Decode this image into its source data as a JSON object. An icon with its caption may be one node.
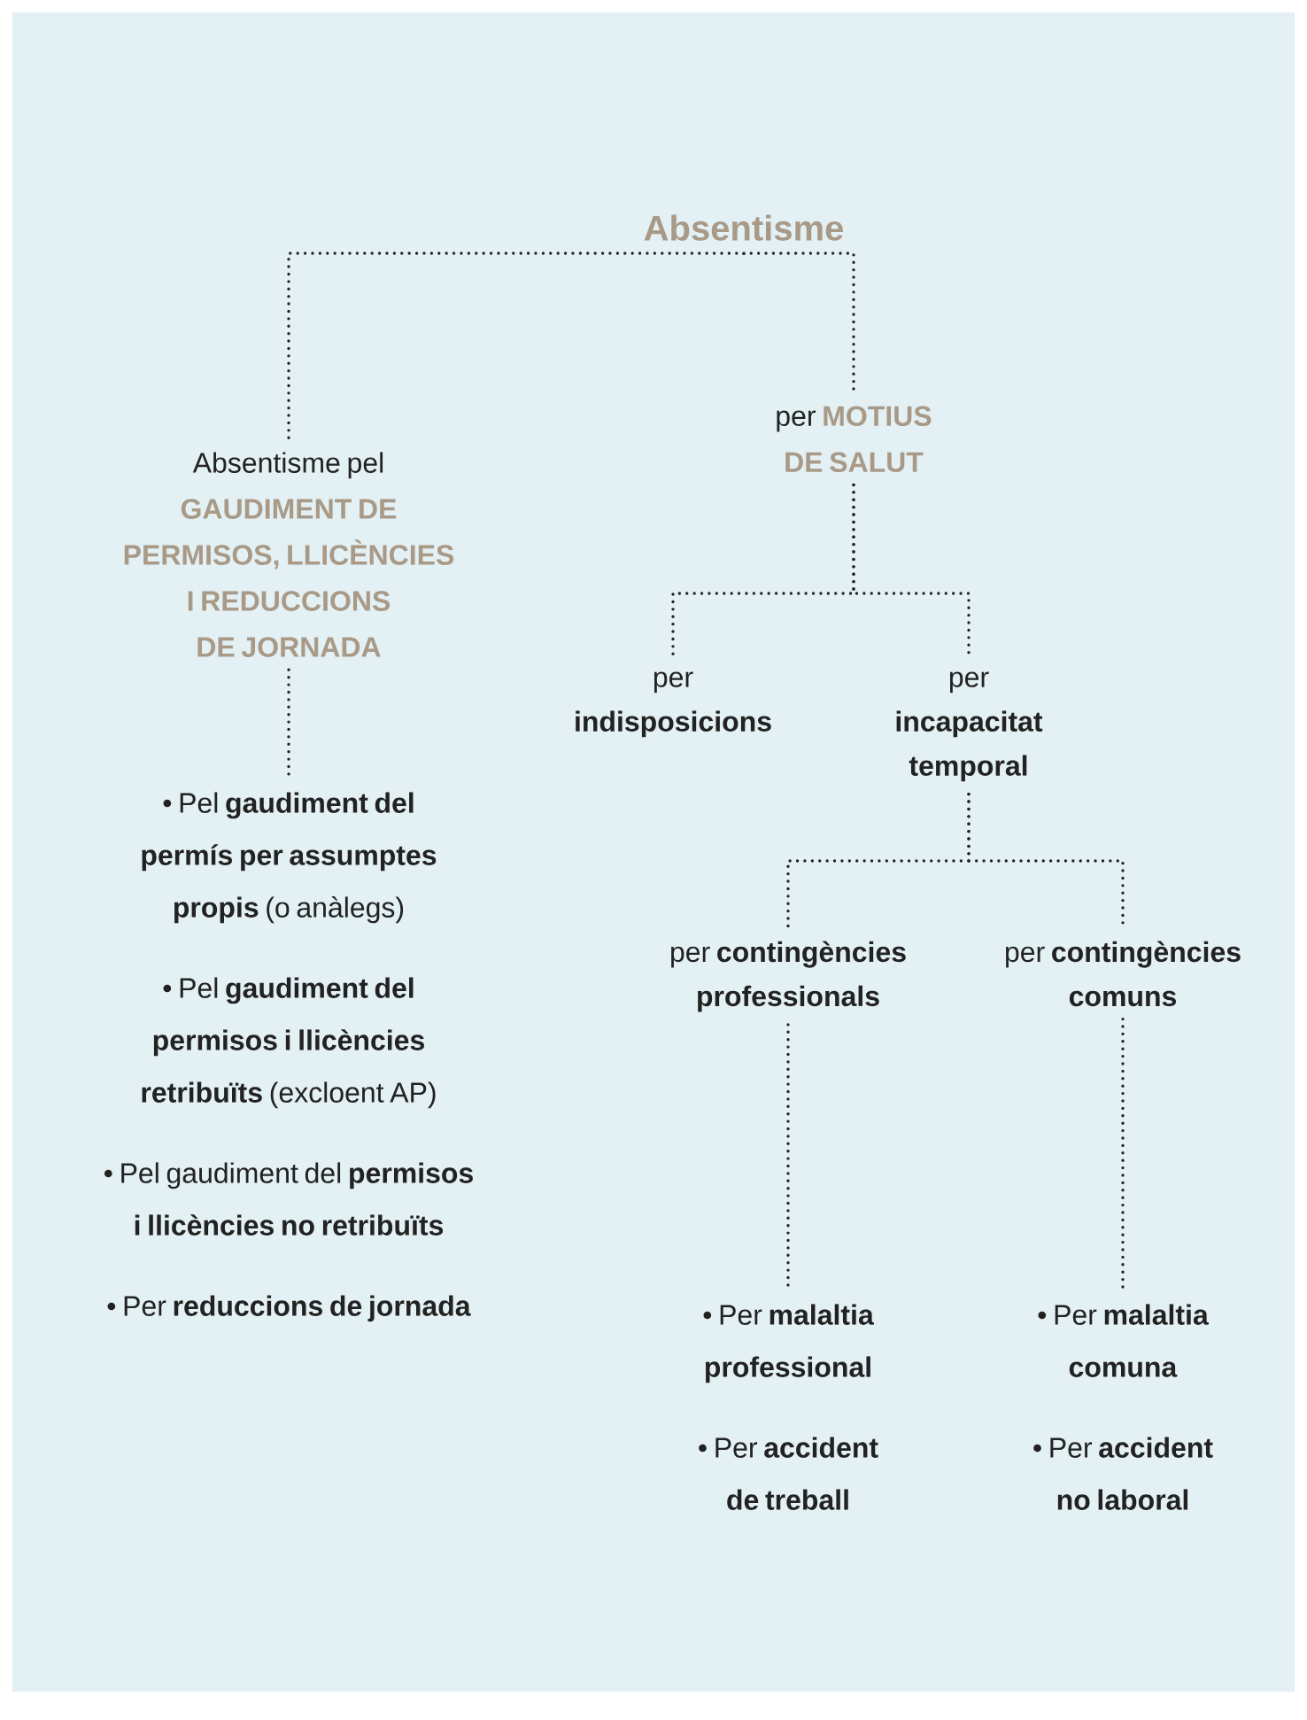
{
  "diagram": {
    "nodes": [
      {
        "text": [
          "Absentisme"
        ]
      },
      {
        "text": [
          "Absentisme pel",
          "GAUDIMENT DE PERMISOS, LLICÈNCIES I REDUCCIONS DE JORNADA"
        ]
      },
      {
        "text": [
          "per",
          "MOTIUS DE SALUT"
        ]
      },
      {
        "text": [
          "per **indisposicions**"
        ]
      },
      {
        "text": [
          "per **incapacitat temporal**"
        ]
      },
      {
        "text": [
          "per **contingències professionals**"
        ]
      },
      {
        "text": [
          "per **contingències comuns**"
        ]
      },
      {
        "text": [
          "• Pel **gaudiment del permís per assumptes propis** (o anàlegs)",
          "• Pel **gaudiment del permisos i llicències retribuïts** (excloent AP)",
          "• Pel gaudiment del **permisos i llicències no retribuïts**",
          "• Per **reduccions de jornada**"
        ]
      },
      {
        "text": [
          "• Per **malaltia professional**",
          "• Per **accident de treball**"
        ]
      },
      {
        "text": [
          "• Per **malaltia comuna**",
          "• Per **accident no laboral**"
        ]
      }
    ],
    "edges": [
      {
        "from": 0,
        "to": 1,
        "arrow": "none"
      },
      {
        "from": 0,
        "to": 2,
        "arrow": "none"
      },
      {
        "from": 2,
        "to": 3,
        "arrow": "none"
      },
      {
        "from": 2,
        "to": 4,
        "arrow": "none"
      },
      {
        "from": 4,
        "to": 5,
        "arrow": "none"
      },
      {
        "from": 4,
        "to": 6,
        "arrow": "none"
      },
      {
        "from": 1,
        "to": 7,
        "arrow": "none"
      },
      {
        "from": 5,
        "to": 8,
        "arrow": "none"
      },
      {
        "from": 6,
        "to": 9,
        "arrow": "none"
      }
    ]
  }
}
